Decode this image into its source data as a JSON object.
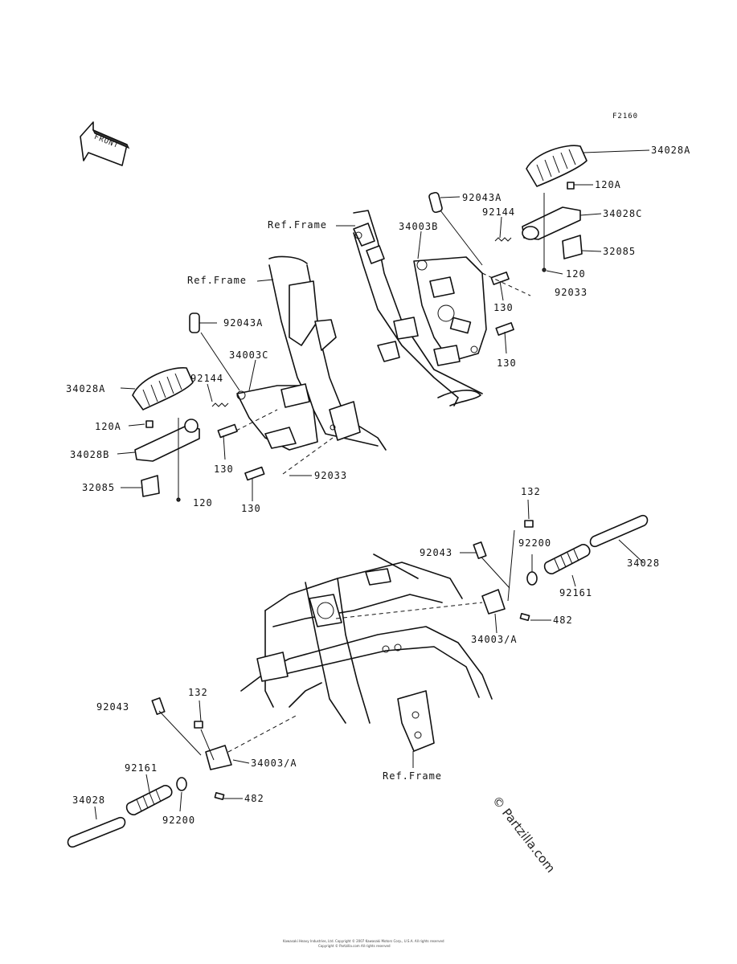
{
  "figure_code": "F2160",
  "front_indicator": "FRONT",
  "labels": {
    "ref_frame_top_right": "Ref.Frame",
    "ref_frame_top_left": "Ref.Frame",
    "ref_frame_bottom": "Ref.Frame",
    "p_92043A_right": "92043A",
    "p_92144_right": "92144",
    "p_34003B": "34003B",
    "p_34028A_right": "34028A",
    "p_120A_right": "120A",
    "p_34028C": "34028C",
    "p_32085_right": "32085",
    "p_120_right": "120",
    "p_92033_right": "92033",
    "p_130_right_a": "130",
    "p_130_right_b": "130",
    "p_92043A_left": "92043A",
    "p_34003C": "34003C",
    "p_92144_left": "92144",
    "p_34028A_left": "34028A",
    "p_120A_left": "120A",
    "p_34028B": "34028B",
    "p_32085_left": "32085",
    "p_120_left": "120",
    "p_130_left_a": "130",
    "p_130_left_b": "130",
    "p_92033_left": "92033",
    "p_132_right": "132",
    "p_92043_right": "92043",
    "p_92200_right": "92200",
    "p_34028_right": "34028",
    "p_92161_right": "92161",
    "p_482_right": "482",
    "p_34003A_right": "34003/A",
    "p_92043_left": "92043",
    "p_132_left": "132",
    "p_34003A_left": "34003/A",
    "p_92161_left": "92161",
    "p_34028_left": "34028",
    "p_92200_left": "92200",
    "p_482_left": "482"
  },
  "watermark": "© Partzilla.com",
  "copyright_lines": [
    "Kawasaki Heavy Industries, Ltd. Copyright © 2007 Kawasaki Motors Corp., U.S.A. All rights reserved",
    "Copyright © Partzilla.com All rights reserved"
  ]
}
